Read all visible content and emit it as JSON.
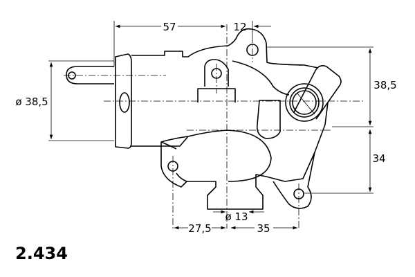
{
  "drawing": {
    "part_number": "2.434",
    "dimensions": {
      "width_57": "57",
      "offset_12": "12",
      "height_38_5": "38,5",
      "diameter_38_5": "ø 38,5",
      "height_34": "34",
      "diameter_13": "ø 13",
      "width_27_5": "27,5",
      "width_35": "35"
    }
  }
}
